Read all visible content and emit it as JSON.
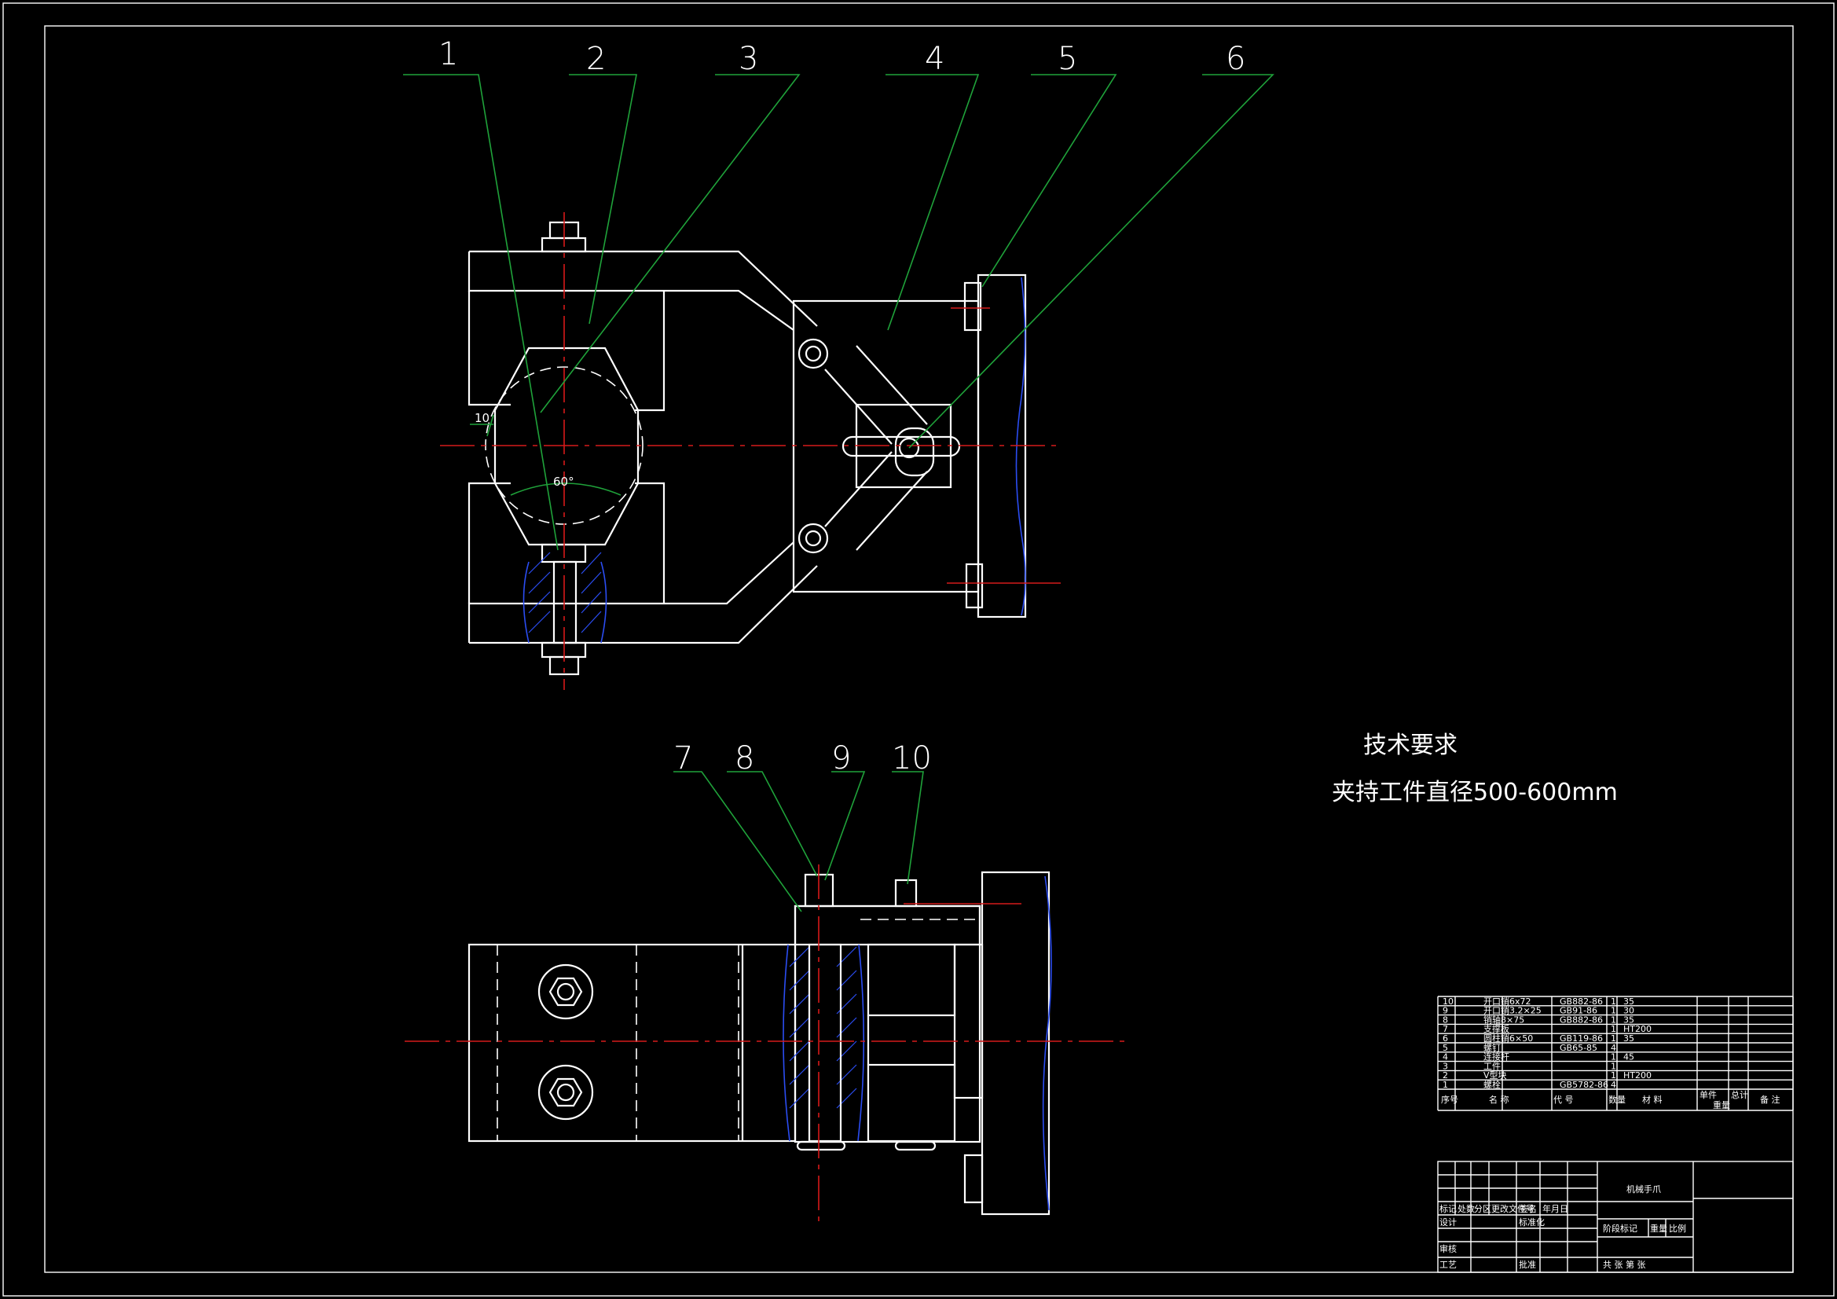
{
  "title_block": {
    "drawing_name": "机械手爪",
    "row_labels": [
      "标记",
      "处数",
      "分区",
      "更改文件号",
      "签名",
      "年月日"
    ],
    "left_labels": [
      "设计",
      "标准化",
      "审核",
      "工艺",
      "批准"
    ],
    "stage_labels": [
      "阶段标记",
      "重量",
      "比例"
    ],
    "sheet_label": "共 张 第 张"
  },
  "parts": [
    {
      "no": "10",
      "name": "开口销6x72",
      "code": "GB882-86",
      "qty": "1",
      "material": "35"
    },
    {
      "no": "9",
      "name": "开口销3.2×25",
      "code": "GB91-86",
      "qty": "1",
      "material": "30"
    },
    {
      "no": "8",
      "name": "销轴8×75",
      "code": "GB882-86",
      "qty": "1",
      "material": "35"
    },
    {
      "no": "7",
      "name": "支撑板",
      "code": "",
      "qty": "1",
      "material": "HT200"
    },
    {
      "no": "6",
      "name": "圆柱销6×50",
      "code": "GB119-86",
      "qty": "1",
      "material": "35"
    },
    {
      "no": "5",
      "name": "螺钉",
      "code": "GB65-85",
      "qty": "4",
      "material": ""
    },
    {
      "no": "4",
      "name": "连接杆",
      "code": "",
      "qty": "1",
      "material": "45"
    },
    {
      "no": "3",
      "name": "工件",
      "code": "",
      "qty": "1",
      "material": ""
    },
    {
      "no": "2",
      "name": "V型块",
      "code": "",
      "qty": "1",
      "material": "HT200"
    },
    {
      "no": "1",
      "name": "螺栓",
      "code": "GB5782-86",
      "qty": "4",
      "material": ""
    }
  ],
  "header": {
    "no": "序号",
    "name": "名 称",
    "code": "代 号",
    "qty": "数量",
    "material": "材 料",
    "unit_weight": "单件",
    "total_weight": "总计",
    "weight_label": "重量",
    "remark": "备 注"
  },
  "technical_requirements": {
    "title": "技术要求",
    "line1": "夹持工件直径500-600mm"
  },
  "callouts": {
    "top": [
      "1",
      "2",
      "3",
      "4",
      "5",
      "6"
    ],
    "bottom": [
      "7",
      "8",
      "9",
      "10"
    ]
  },
  "dimensions": {
    "angle": "60°",
    "gap": "10"
  },
  "colors": {
    "background": "#000000",
    "outline": "#ffffff",
    "leader": "#1fa23a",
    "centerline": "#d61a1a",
    "section": "#2b4df2"
  }
}
